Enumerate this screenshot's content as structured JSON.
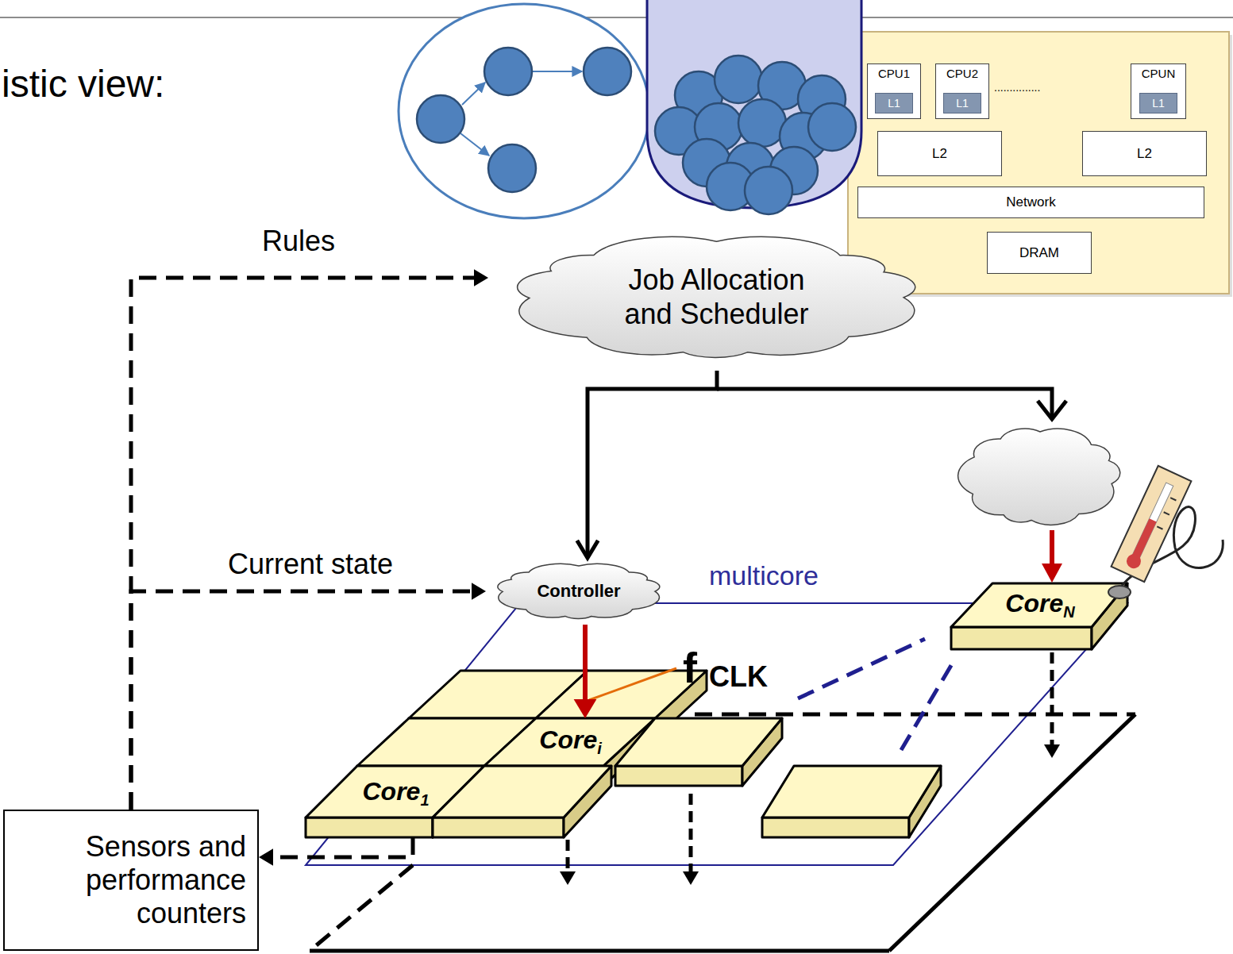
{
  "diagram": {
    "nodes": [
      {
        "text": [
          "CPU1"
        ]
      },
      {
        "text": [
          "L1"
        ],
        "in": 0
      },
      {
        "text": [
          "CPU2"
        ]
      },
      {
        "text": [
          "L1"
        ],
        "in": 2
      },
      {
        "text": [
          "CPUN"
        ]
      },
      {
        "text": [
          "L1"
        ],
        "in": 4
      },
      {
        "text": [
          "L2"
        ]
      },
      {
        "text": [
          "L2"
        ]
      },
      {
        "text": [
          "Network"
        ]
      },
      {
        "text": [
          "DRAM"
        ]
      },
      {
        "text": [
          "Job Allocation and Scheduler"
        ]
      },
      {
        "text": [
          "Controller"
        ]
      },
      {
        "text": [
          "Core",
          "N"
        ]
      },
      {
        "text": [
          "Core",
          "i"
        ]
      },
      {
        "text": [
          "Core",
          "1"
        ]
      },
      {
        "text": [
          "Sensors and performance counters"
        ]
      }
    ],
    "edges": [
      {
        "from": 10,
        "to": 11,
        "arrow": "to"
      },
      {
        "from": 11,
        "to": 13,
        "arrow": "to"
      },
      {
        "from": 15,
        "to": 10,
        "label": "Rules",
        "arrow": "to"
      },
      {
        "from": 15,
        "to": 11,
        "label": "Current state",
        "arrow": "to"
      },
      {
        "from": 14,
        "to": 15,
        "arrow": "to"
      }
    ],
    "labels": [
      "istic view:",
      "...............",
      "multicore",
      "f",
      "CLK"
    ]
  }
}
